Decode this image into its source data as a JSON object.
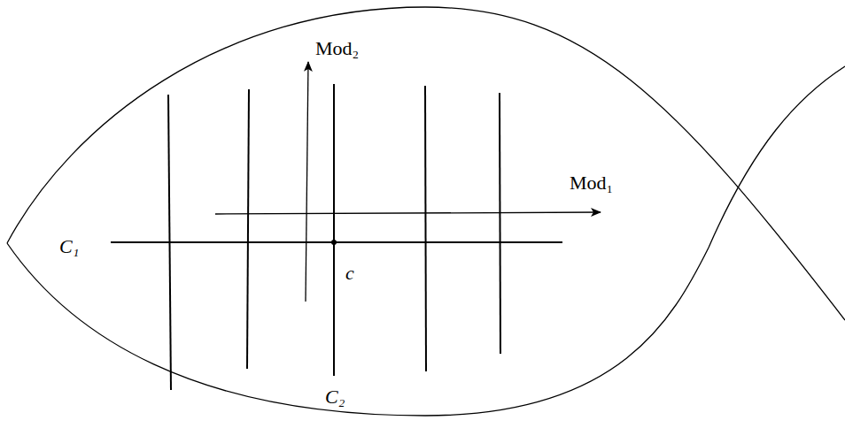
{
  "diagram": {
    "labels": [
      "Mod₂",
      "Mod₁",
      "C₁",
      "c",
      "C₂"
    ]
  }
}
